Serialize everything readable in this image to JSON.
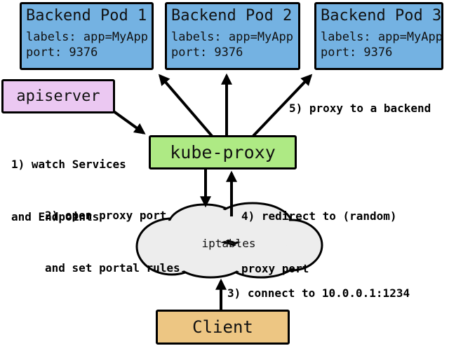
{
  "colors": {
    "pod_fill": "#74b2e2",
    "apiserver_fill": "#ebc8f2",
    "kube_proxy_fill": "#aeea84",
    "client_fill": "#edc683",
    "cloud_fill": "#ededed",
    "outline": "#000000",
    "background": "#ffffff"
  },
  "pods": [
    {
      "title": "Backend Pod 1",
      "labels": "labels: app=MyApp",
      "port": "port: 9376"
    },
    {
      "title": "Backend Pod 2",
      "labels": "labels: app=MyApp",
      "port": "port: 9376"
    },
    {
      "title": "Backend Pod 3",
      "labels": "labels: app=MyApp",
      "port": "port: 9376"
    }
  ],
  "nodes": {
    "apiserver": "apiserver",
    "kube_proxy": "kube-proxy",
    "iptables": "iptables",
    "client": "Client"
  },
  "annotations": {
    "step1_line1": "1) watch Services",
    "step1_line2": "and Endpoints",
    "step2_line1": "2) open proxy port",
    "step2_line2": "and set portal rules",
    "step3": "3) connect to 10.0.0.1:1234",
    "step4_line1": "4) redirect to (random)",
    "step4_line2": "proxy port",
    "step5": "5) proxy to a backend"
  }
}
